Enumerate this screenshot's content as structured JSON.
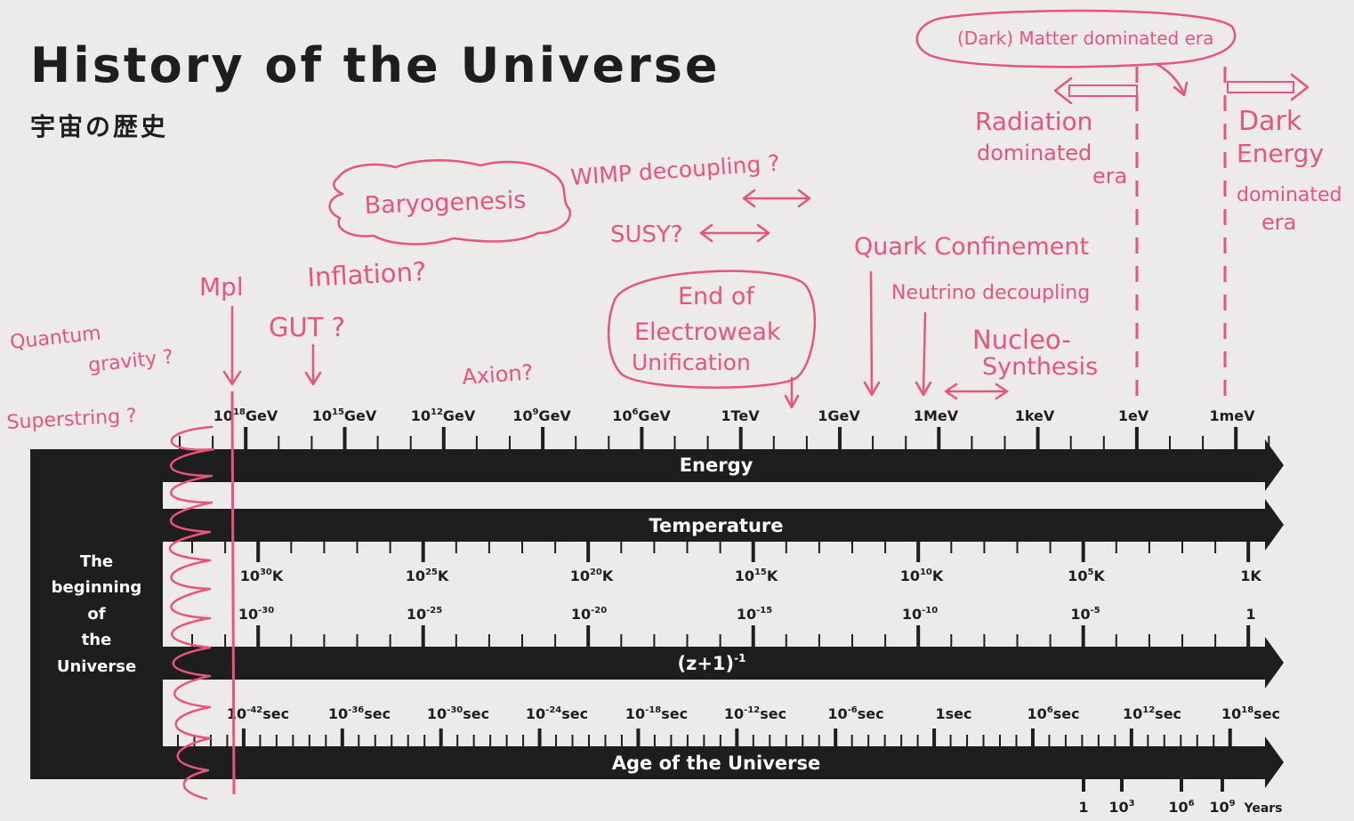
{
  "title": "History of the Universe",
  "subtitle": "宇宙の歴史",
  "beginning_label": "The\nbeginning\nof\nthe\nUniverse",
  "bands": {
    "energy": "Energy",
    "temperature": "Temperature",
    "redshift": "(z+1)",
    "redshift_sup": "-1",
    "age": "Age of the Universe"
  },
  "energy_ticks": [
    {
      "base": "10",
      "exp": "18",
      "unit": "GeV"
    },
    {
      "base": "10",
      "exp": "15",
      "unit": "GeV"
    },
    {
      "base": "10",
      "exp": "12",
      "unit": "GeV"
    },
    {
      "base": "10",
      "exp": "9",
      "unit": "GeV"
    },
    {
      "base": "10",
      "exp": "6",
      "unit": "GeV"
    },
    {
      "base": "1TeV",
      "exp": "",
      "unit": ""
    },
    {
      "base": "1GeV",
      "exp": "",
      "unit": ""
    },
    {
      "base": "1MeV",
      "exp": "",
      "unit": ""
    },
    {
      "base": "1keV",
      "exp": "",
      "unit": ""
    },
    {
      "base": "1eV",
      "exp": "",
      "unit": ""
    },
    {
      "base": "1meV",
      "exp": "",
      "unit": ""
    }
  ],
  "temperature_ticks": [
    {
      "base": "10",
      "exp": "30",
      "unit": "K"
    },
    {
      "base": "10",
      "exp": "25",
      "unit": "K"
    },
    {
      "base": "10",
      "exp": "20",
      "unit": "K"
    },
    {
      "base": "10",
      "exp": "15",
      "unit": "K"
    },
    {
      "base": "10",
      "exp": "10",
      "unit": "K"
    },
    {
      "base": "10",
      "exp": "5",
      "unit": "K"
    },
    {
      "base": "1K",
      "exp": "",
      "unit": ""
    }
  ],
  "redshift_ticks": [
    {
      "base": "10",
      "exp": "-30",
      "unit": ""
    },
    {
      "base": "10",
      "exp": "-25",
      "unit": ""
    },
    {
      "base": "10",
      "exp": "-20",
      "unit": ""
    },
    {
      "base": "10",
      "exp": "-15",
      "unit": ""
    },
    {
      "base": "10",
      "exp": "-10",
      "unit": ""
    },
    {
      "base": "10",
      "exp": "-5",
      "unit": ""
    },
    {
      "base": "1",
      "exp": "",
      "unit": ""
    }
  ],
  "age_ticks": [
    {
      "base": "10",
      "exp": "-42",
      "unit": "sec"
    },
    {
      "base": "10",
      "exp": "-36",
      "unit": "sec"
    },
    {
      "base": "10",
      "exp": "-30",
      "unit": "sec"
    },
    {
      "base": "10",
      "exp": "-24",
      "unit": "sec"
    },
    {
      "base": "10",
      "exp": "-18",
      "unit": "sec"
    },
    {
      "base": "10",
      "exp": "-12",
      "unit": "sec"
    },
    {
      "base": "10",
      "exp": "-6",
      "unit": "sec"
    },
    {
      "base": "1sec",
      "exp": "",
      "unit": ""
    },
    {
      "base": "10",
      "exp": "6",
      "unit": "sec"
    },
    {
      "base": "10",
      "exp": "12",
      "unit": "sec"
    },
    {
      "base": "10",
      "exp": "18",
      "unit": "sec"
    }
  ],
  "year_ticks": [
    {
      "base": "1",
      "exp": "",
      "unit": ""
    },
    {
      "base": "10",
      "exp": "3",
      "unit": ""
    },
    {
      "base": "10",
      "exp": "6",
      "unit": ""
    },
    {
      "base": "10",
      "exp": "9",
      "unit": ""
    }
  ],
  "years_label": "Years",
  "annotations": {
    "quantum_gravity_1": "Quantum",
    "quantum_gravity_2": "gravity ?",
    "superstring": "Superstring ?",
    "mpl": "Mpl",
    "inflation": "Inflation?",
    "gut": "GUT ?",
    "baryogenesis": "Baryogenesis",
    "axion": "Axion?",
    "wimp": "WIMP decoupling ?",
    "susy": "SUSY?",
    "ew_1": "End of",
    "ew_2": "Electroweak",
    "ew_3": "Unification",
    "quark": "Quark Confinement",
    "neutrino": "Neutrino decoupling",
    "nucleo_1": "Nucleo-",
    "nucleo_2": "Synthesis",
    "radiation_1": "Radiation",
    "radiation_2": "dominated",
    "radiation_3": "era",
    "dark_energy_1": "Dark",
    "dark_energy_2": "Energy",
    "dark_energy_3": "dominated",
    "dark_energy_4": "era",
    "matter_era": "(Dark) Matter dominated era"
  },
  "colors": {
    "ink": "#1e1e1e",
    "pink": "#e8547b",
    "paper": "#ecebe9"
  }
}
